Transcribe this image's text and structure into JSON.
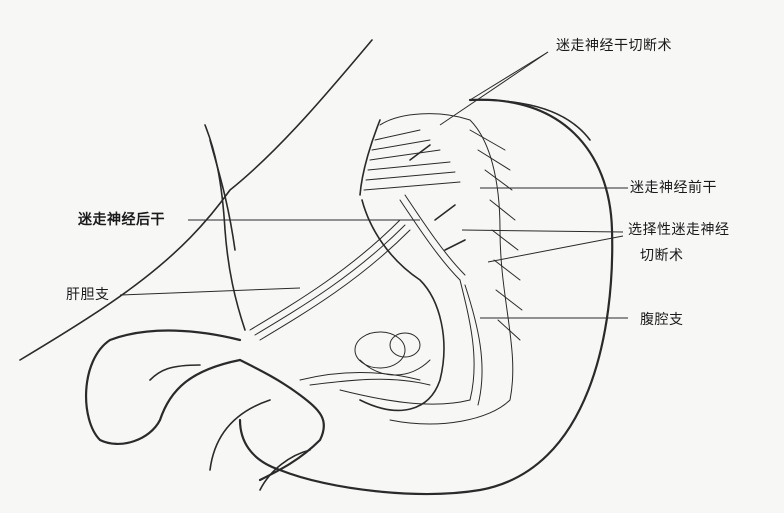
{
  "labels": {
    "vagotomy": "迷走神经干切断术",
    "anterior_trunk": "迷走神经前干",
    "selective_vagotomy_line1": "选择性迷走神经",
    "selective_vagotomy_line2": "切断术",
    "posterior_trunk": "迷走神经后干",
    "hepatic_branch": "肝胆支",
    "celiac_branch": "腹腔支"
  }
}
